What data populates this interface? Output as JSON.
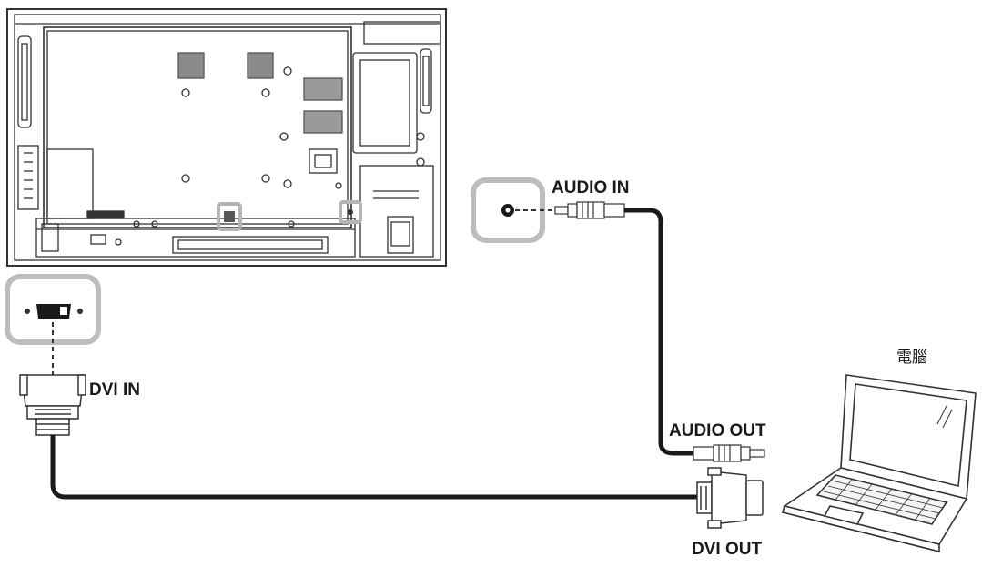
{
  "labels": {
    "audio_in": "AUDIO IN",
    "dvi_in": "DVI IN",
    "audio_out": "AUDIO OUT",
    "dvi_out": "DVI OUT",
    "computer": "電腦"
  },
  "colors": {
    "line": "#333333",
    "cable": "#1a1a1a",
    "highlight": "#bdbdbd"
  }
}
